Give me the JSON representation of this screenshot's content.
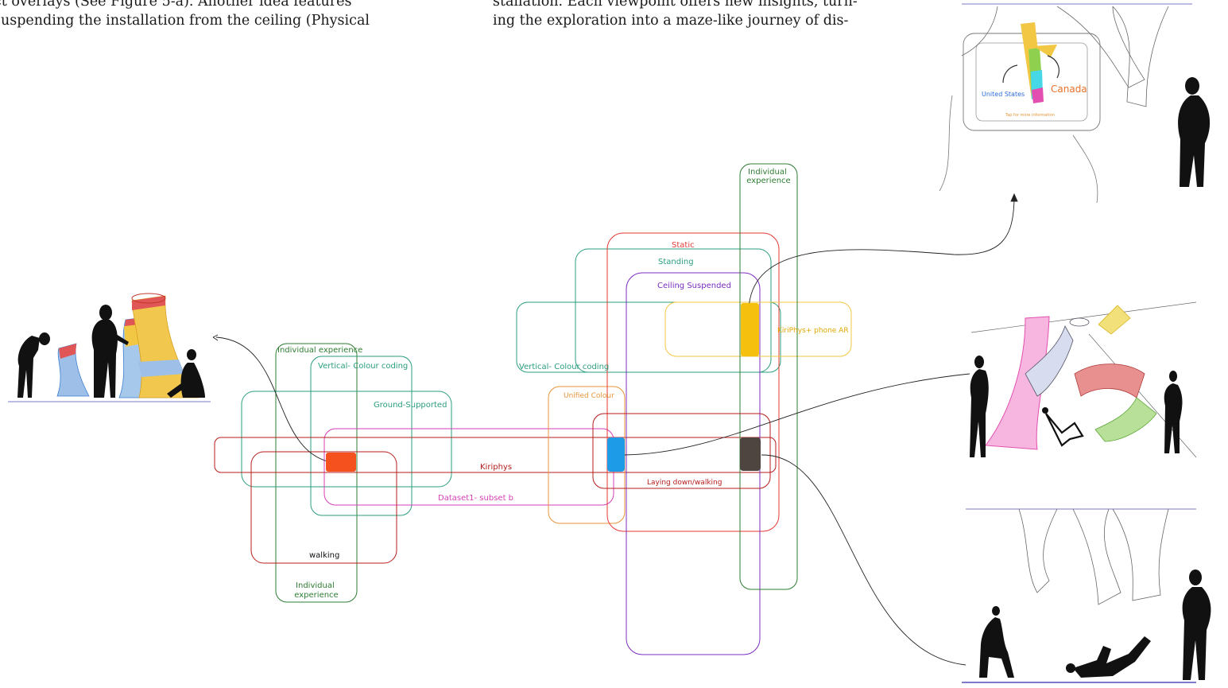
{
  "text_lines": {
    "left_1": "ct overlays (See Figure 5-a). Another idea features",
    "left_2": "suspending the installation from the ceiling (Physical",
    "mid_1": "stallation. Each viewpoint offers new insights, turn-",
    "mid_2": "ing the exploration into a maze-like journey of dis-"
  },
  "labels": {
    "individual_experience_top_left": "Individual experience",
    "vertical_colour_coding_left": "Vertical- Colour coding",
    "ground_supported": "Ground-Supported",
    "kiriphys": "Kiriphys",
    "dataset_subset": "Dataset1- subset b",
    "walking": "walking",
    "individual_experience_bottom_1": "Individual",
    "individual_experience_bottom_2": "experience",
    "unified_colour": "Unified Colour",
    "vertical_colour_coding_right": "Vertical- Colour coding",
    "static": "Static",
    "standing": "Standing",
    "ceiling_suspended": "Ceiling Suspended",
    "kiriphys_phone_ar": "KiriPhys+ phone AR",
    "individual_experience_right_1": "Individual",
    "individual_experience_right_2": "experience",
    "laying_down_walking": "Laying down/walking"
  },
  "sketch_text": {
    "united_states": "United States",
    "canada": "Canada",
    "tap_info": "Tap for more information"
  },
  "colors": {
    "dark_green": "#2e7d32",
    "teal": "#2a9d7f",
    "dark_red": "#b71c1c",
    "red": "#e53935",
    "magenta": "#d63fb8",
    "orange": "#e8963a",
    "purple": "#7b2cbf",
    "yellow": "#f2c744",
    "node_orange": "#f4511e",
    "node_blue": "#1e9be6",
    "node_brown": "#4e4440",
    "node_yellow": "#f6c10e"
  }
}
